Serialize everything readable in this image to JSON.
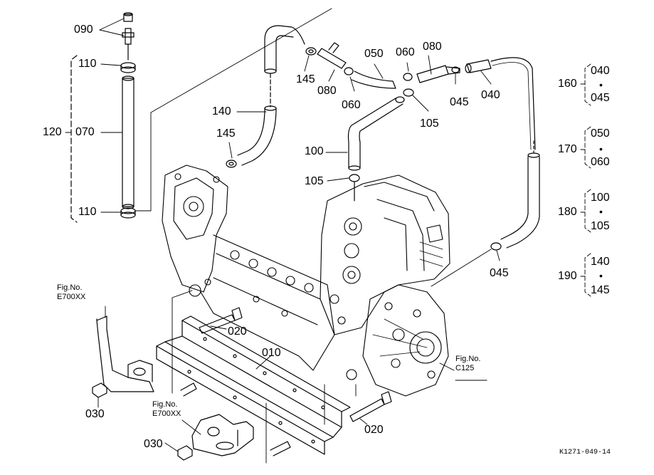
{
  "parts": {
    "p090": "090",
    "p110_top": "110",
    "p110_bottom": "110",
    "p120": "120",
    "p070": "070",
    "p140": "140",
    "p145_top": "145",
    "p145_left": "145",
    "p080_a": "080",
    "p050": "050",
    "p060_top": "060",
    "p080_b": "080",
    "p060_bottom": "060",
    "p045_top": "045",
    "p040": "040",
    "p105_right": "105",
    "p100": "100",
    "p105_left": "105",
    "p045_right": "045",
    "p020_top": "020",
    "p010": "010",
    "p020_bottom": "020",
    "p030_left": "030",
    "p030_bottom": "030"
  },
  "groups": [
    {
      "id": "160",
      "a": "040",
      "b": "045"
    },
    {
      "id": "170",
      "a": "050",
      "b": "060"
    },
    {
      "id": "180",
      "a": "100",
      "b": "105"
    },
    {
      "id": "190",
      "a": "140",
      "b": "145"
    }
  ],
  "fig_refs": {
    "left_top": {
      "line1": "Fig.No.",
      "line2": "E700XX"
    },
    "bottom": {
      "line1": "Fig.No.",
      "line2": "E700XX"
    },
    "right": {
      "line1": "Fig.No.",
      "line2": "C125"
    }
  },
  "drawing_code": "K1271-049-14"
}
